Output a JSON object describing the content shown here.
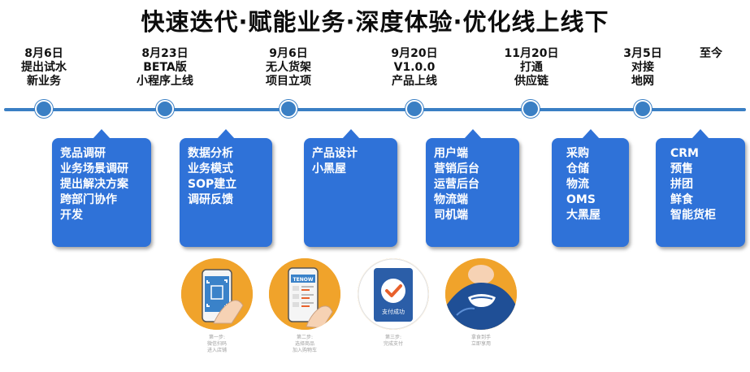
{
  "title": "快速迭代·赋能业务·深度体验·优化线上线下",
  "milestones": [
    {
      "lines": [
        "8月6日",
        "提出试水",
        "新业务"
      ]
    },
    {
      "lines": [
        "8月23日",
        "BETA版",
        "小程序上线"
      ]
    },
    {
      "lines": [
        "9月6日",
        "无人货架",
        "项目立项"
      ]
    },
    {
      "lines": [
        "9月20日",
        "V1.0.0",
        "产品上线"
      ]
    },
    {
      "lines": [
        "11月20日",
        "打通",
        "供应链"
      ]
    },
    {
      "lines": [
        "3月5日",
        "对接",
        "地网"
      ]
    },
    {
      "lines": [
        "至今"
      ]
    }
  ],
  "cards": [
    {
      "items": [
        "竞品调研",
        "业务场景调研",
        "提出解决方案",
        "跨部门协作",
        "开发"
      ]
    },
    {
      "items": [
        "数据分析",
        "业务模式",
        "SOP建立",
        "调研反馈"
      ]
    },
    {
      "items": [
        "产品设计",
        "小黑屋"
      ]
    },
    {
      "items": [
        "用户端",
        "营销后台",
        "运营后台",
        "物流端",
        "司机端"
      ]
    },
    {
      "items": [
        "采购",
        "仓储",
        "物流",
        "OMS",
        "大黑屋"
      ]
    },
    {
      "items": [
        "CRM",
        "预售",
        "拼团",
        "鲜食",
        "智能货柜"
      ]
    }
  ],
  "steps": [
    {
      "icon": "scan-phone-icon",
      "caption": [
        "第一步:",
        "微信扫码",
        "进入店铺"
      ]
    },
    {
      "icon": "shop-phone-icon",
      "phone_brand": "TENOW",
      "caption": [
        "第二步:",
        "选择商品",
        "加入购物车"
      ]
    },
    {
      "icon": "payment-success-icon",
      "status_text": "支付成功",
      "caption": [
        "第三步:",
        "完成支付"
      ]
    },
    {
      "icon": "eat-food-icon",
      "caption": [
        "拿食到手",
        "立即享用"
      ]
    }
  ],
  "colors": {
    "timeline": "#3a7fc4",
    "card": "#2f72d8",
    "step_bg": "#f0a32b",
    "payment_card": "#2b5ea8",
    "check": "#e8612c"
  }
}
